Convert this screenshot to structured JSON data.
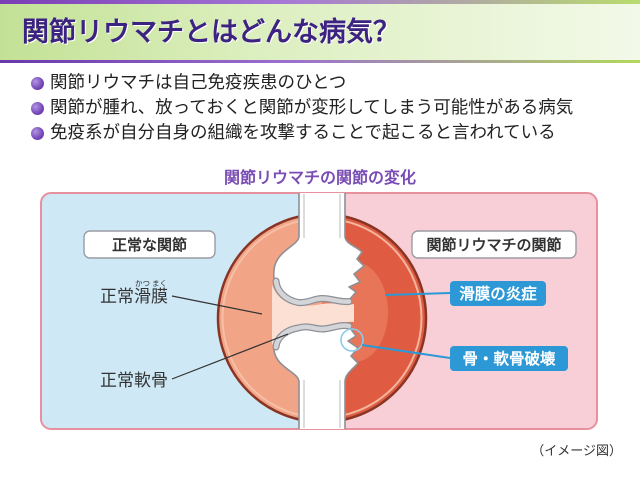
{
  "slide": {
    "title": "関節リウマチとはどんな病気？",
    "bullets": [
      "関節リウマチは自己免疫疾患のひとつ",
      "関節が腫れ、放っておくと関節が変形してしまう可能性がある病気",
      "免疫系が自分自身の組織を攻撃することで起こると言われている"
    ],
    "diagram_title": "関節リウマチの関節の変化",
    "caption": "（イメージ図）"
  },
  "diagram": {
    "normal_joint_label": "正常な関節",
    "ra_joint_label": "関節リウマチの関節",
    "normal_synovium": "正常滑膜",
    "normal_synovium_ruby": [
      "かつ",
      "まく"
    ],
    "normal_cartilage": "正常軟骨",
    "synovitis": "滑膜の炎症",
    "bone_cartilage_destruction": "骨・軟骨破壊"
  },
  "colors": {
    "title": "#3c2382",
    "bullet": "#7446b8",
    "diagram_title": "#7a4db4",
    "normal_side": "#cfe8f6",
    "ra_side": "#f8cfd7",
    "normal_synovium": "#f2a487",
    "inflamed_synovium": "#df5c43",
    "callout": "#2c98d5"
  }
}
